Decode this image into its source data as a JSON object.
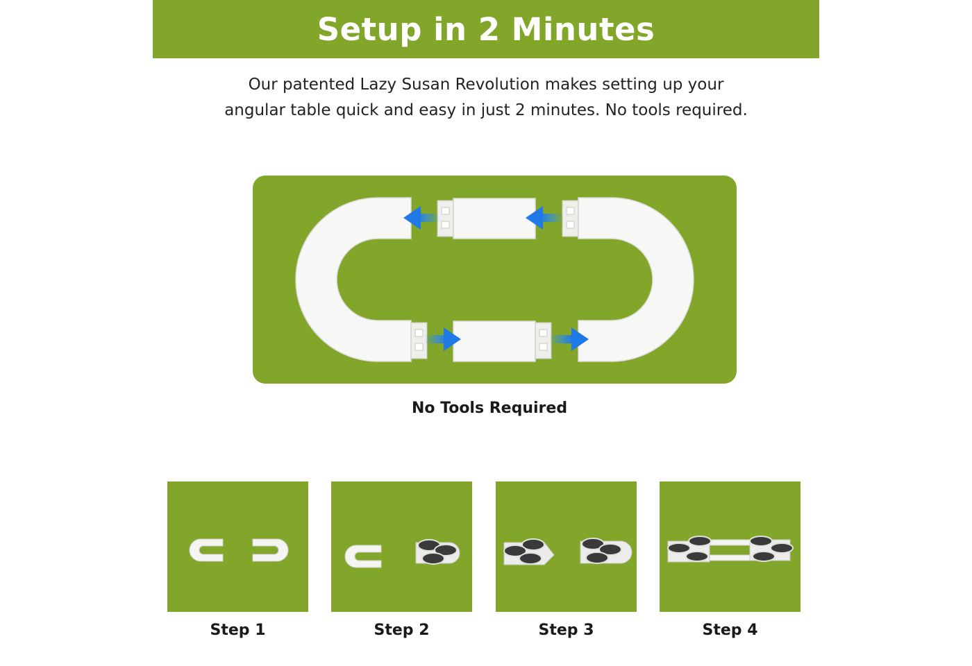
{
  "header": {
    "title": "Setup in 2 Minutes"
  },
  "intro": {
    "line1": "Our patented Lazy Susan Revolution makes setting up your",
    "line2": "angular table quick and easy in just 2 minutes. No tools required."
  },
  "hero": {
    "caption": "No Tools Required"
  },
  "steps": [
    {
      "label": "Step 1"
    },
    {
      "label": "Step 2"
    },
    {
      "label": "Step 3"
    },
    {
      "label": "Step 4"
    }
  ],
  "colors": {
    "brand_green": "#81a62a",
    "arrow_blue": "#2f8cf0",
    "panel_white": "#f7f7f5",
    "disc_dark": "#3a3a3a"
  }
}
